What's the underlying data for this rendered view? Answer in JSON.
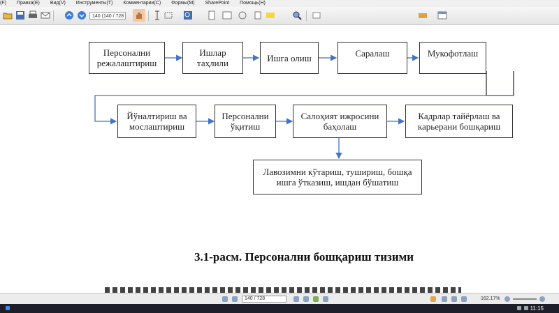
{
  "menu": {
    "items": [
      "(F)",
      "Правка(E)",
      "Вид(V)",
      "Инструменты(T)",
      "Комментарии(C)",
      "Формы(M)",
      "SharePoint",
      "Помощь(H)"
    ]
  },
  "toolbar": {
    "page_value": "140 (140 / 728"
  },
  "diagram": {
    "box1": "Персонални режалаштириш",
    "box2": "Ишлар таҳлили",
    "box3": "Ишга олиш",
    "box4": "Саралаш",
    "box5": "Мукофотлаш",
    "box6": "Йўналтириш ва мослаштириш",
    "box7": "Персонални ўқитиш",
    "box8": "Салоҳият ижросини баҳолаш",
    "box9": "Кадрлар тайёрлаш ва карьерани бошқариш",
    "box10": "Лавозимни кўтариш, тушириш, бошқа ишга ўтказиш, ишдан бўшатиш"
  },
  "caption": "3.1-расм. Персонални бошқариш тизими",
  "statusbar": {
    "page_value": "140 / 728",
    "zoom": "162.17%"
  },
  "taskbar": {
    "time": "11:15"
  },
  "colors": {
    "arrow": "#4472c4",
    "box_border": "#333333"
  }
}
